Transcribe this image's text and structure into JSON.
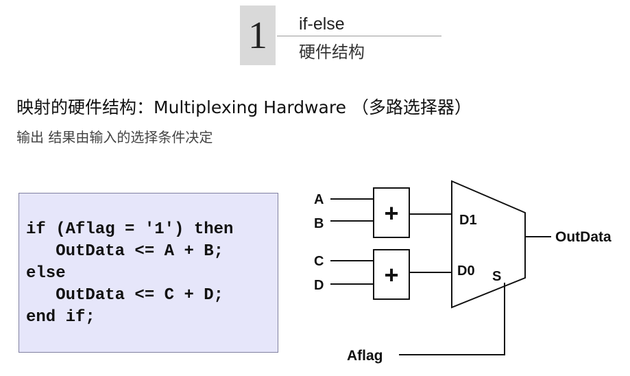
{
  "section": {
    "number": "1",
    "title": "if-else",
    "subtitle": "硬件结构"
  },
  "heading": "映射的硬件结构：Multiplexing Hardware （多路选择器）",
  "subheading": "输出 结果由输入的选择条件决定",
  "code": {
    "lines": [
      "if (Aflag = '1') then",
      "   OutData <= A + B;",
      "else",
      "   OutData <= C + D;",
      "end if;"
    ]
  },
  "diagram": {
    "inputs": [
      "A",
      "B",
      "C",
      "D"
    ],
    "adder_symbol": "+",
    "mux_inputs": [
      "D1",
      "D0"
    ],
    "select_label": "S",
    "select_signal": "Aflag",
    "output": "OutData"
  }
}
